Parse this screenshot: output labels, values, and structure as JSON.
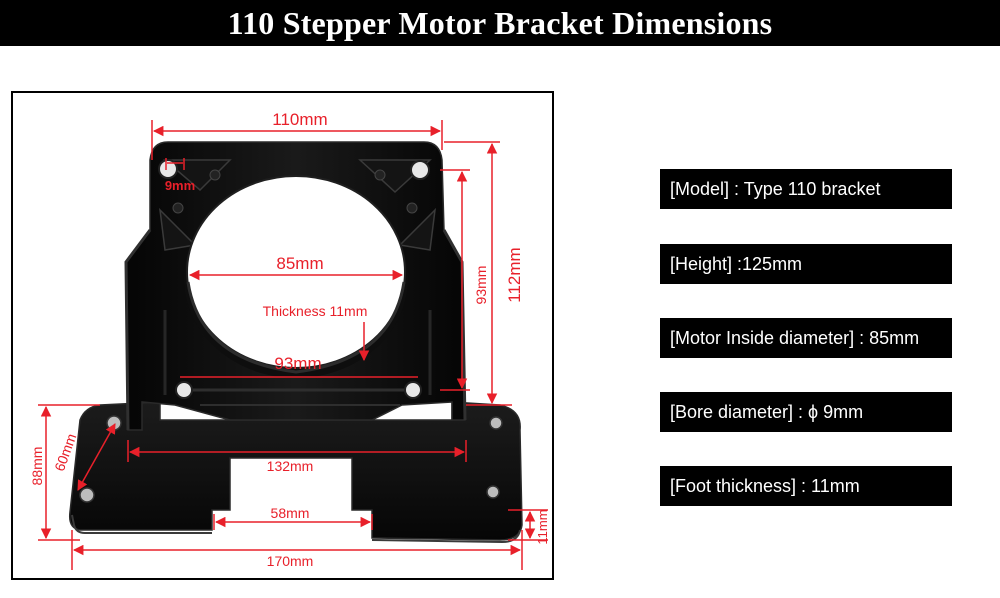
{
  "title": "110 Stepper Motor Bracket Dimensions",
  "diagram": {
    "dim_width_top": "110mm",
    "dim_hole": "9mm",
    "dim_motor_inside": "85mm",
    "dim_thickness": "Thickness 11mm",
    "dim_hole_spacing_h": "93mm",
    "dim_hole_spacing_v": "93mm",
    "dim_height_plate": "112mm",
    "dim_foot_depth": "88mm",
    "dim_foot_slot_depth": "60mm",
    "dim_foot_hole_spacing": "132mm",
    "dim_foot_slot_width": "58mm",
    "dim_foot_width": "170mm",
    "dim_foot_thickness": "11mm"
  },
  "specs": [
    "[Model] : Type 110 bracket",
    "[Height] :125mm",
    "[Motor Inside diameter] : 85mm",
    "[Bore diameter] : ϕ 9mm",
    "[Foot thickness] : 11mm"
  ],
  "colors": {
    "dimension": "#e8202a",
    "bracket": "#0b0b0b",
    "background": "#ffffff"
  }
}
